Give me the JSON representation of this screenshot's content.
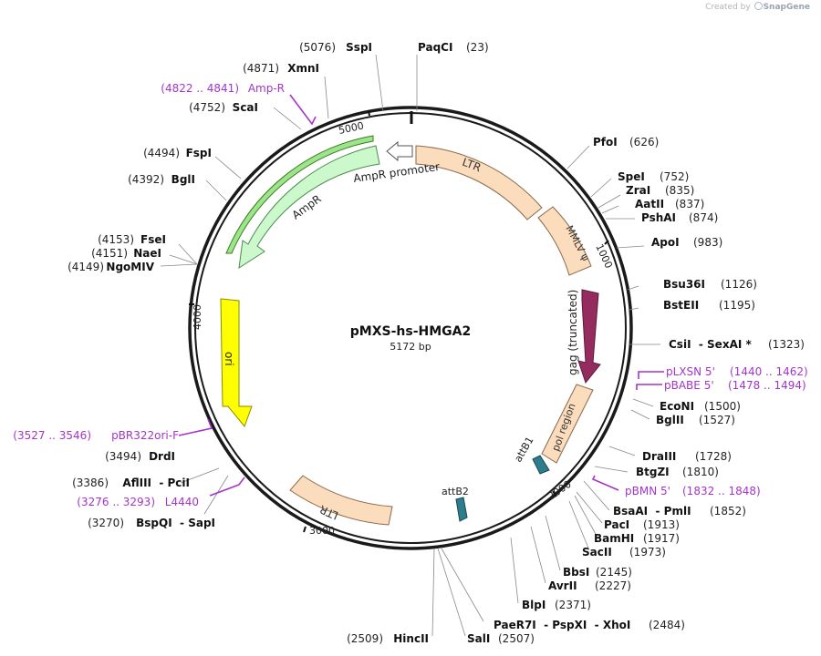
{
  "credit": {
    "prefix": "Created by",
    "brand": "SnapGene"
  },
  "plasmid": {
    "name": "pMXS-hs-HMGA2",
    "length": "5172 bp"
  },
  "ticks": [
    "1000",
    "2000",
    "3000",
    "4000",
    "5000"
  ],
  "features": {
    "ltr1": "LTR",
    "mmlv": "MMLV ψ",
    "gag": "gag (truncated)",
    "pol": "pol region",
    "attb1": "attB1",
    "attb2": "attB2",
    "ltr2": "LTR",
    "ori": "ori",
    "ampr": "AmpR",
    "ampr_promoter": "AmpR promoter"
  },
  "sites": [
    {
      "pos": "(23)",
      "name": "PaqCI"
    },
    {
      "pos": "(626)",
      "name": "PfoI"
    },
    {
      "pos": "(752)",
      "name": "SpeI"
    },
    {
      "pos": "(835)",
      "name": "ZraI"
    },
    {
      "pos": "(837)",
      "name": "AatII"
    },
    {
      "pos": "(874)",
      "name": "PshAI"
    },
    {
      "pos": "(983)",
      "name": "ApoI"
    },
    {
      "pos": "(1126)",
      "name": "Bsu36I"
    },
    {
      "pos": "(1195)",
      "name": "BstEII"
    },
    {
      "pos": "(1323)",
      "name": "CsiI  - SexAI *"
    },
    {
      "pos": "(1500)",
      "name": "EcoNI"
    },
    {
      "pos": "(1527)",
      "name": "BglII"
    },
    {
      "pos": "(1728)",
      "name": "DraIII"
    },
    {
      "pos": "(1810)",
      "name": "BtgZI"
    },
    {
      "pos": "(1852)",
      "name": "BsaAI  - PmlI"
    },
    {
      "pos": "(1913)",
      "name": "PacI"
    },
    {
      "pos": "(1917)",
      "name": "BamHI"
    },
    {
      "pos": "(1973)",
      "name": "SacII"
    },
    {
      "pos": "(2145)",
      "name": "BbsI"
    },
    {
      "pos": "(2227)",
      "name": "AvrII"
    },
    {
      "pos": "(2371)",
      "name": "BlpI"
    },
    {
      "pos": "(2484)",
      "name": "PaeR7I  - PspXI  - XhoI"
    },
    {
      "pos": "(2507)",
      "name": "SalI"
    },
    {
      "pos": "(2509)",
      "name": "HincII"
    },
    {
      "pos": "(3270)",
      "name": "BspQI  - SapI"
    },
    {
      "pos": "(3386)",
      "name": "AflIII  - PciI"
    },
    {
      "pos": "(3494)",
      "name": "DrdI"
    },
    {
      "pos": "(4149)",
      "name": "NgoMIV"
    },
    {
      "pos": "(4151)",
      "name": "NaeI"
    },
    {
      "pos": "(4153)",
      "name": "FseI"
    },
    {
      "pos": "(4392)",
      "name": "BglI"
    },
    {
      "pos": "(4494)",
      "name": "FspI"
    },
    {
      "pos": "(4752)",
      "name": "ScaI"
    },
    {
      "pos": "(4871)",
      "name": "XmnI"
    },
    {
      "pos": "(5076)",
      "name": "SspI"
    }
  ],
  "primers": [
    {
      "name": "pLXSN 5'",
      "range": "(1440 .. 1462)"
    },
    {
      "name": "pBABE 5'",
      "range": "(1478 .. 1494)"
    },
    {
      "name": "pBMN 5'",
      "range": "(1832 .. 1848)"
    },
    {
      "name": "L4440",
      "range": "(3276 .. 3293)"
    },
    {
      "name": "pBR322ori-F",
      "range": "(3527 .. 3546)"
    },
    {
      "name": "Amp-R",
      "range": "(4822 .. 4841)"
    }
  ],
  "colors": {
    "ltr": "#fbdcbd",
    "gag": "#952c5f",
    "ori": "#ffff00",
    "ampr": "#ccf9cc",
    "primer": "#a335c9",
    "attb": "#2d7d8c"
  }
}
